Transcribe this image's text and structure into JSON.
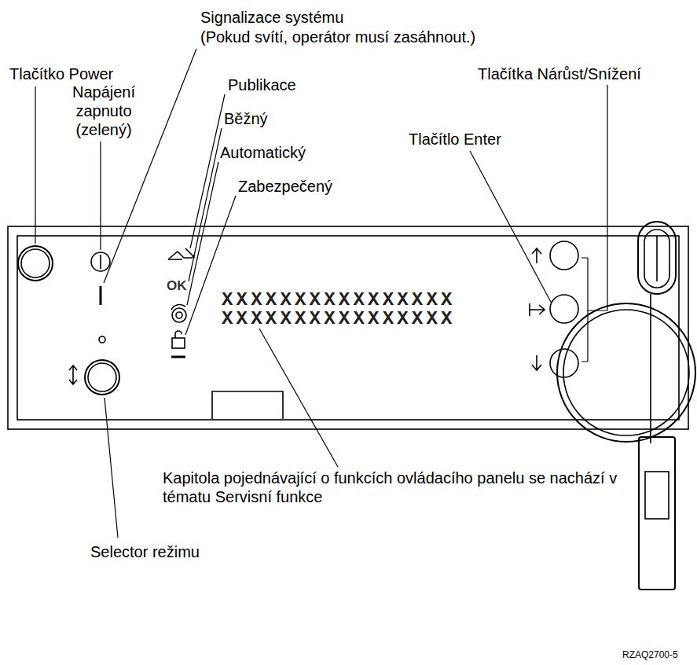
{
  "diagram": {
    "labels": [
      "Signalizace systému",
      "(Pokud svítí, operátor musí zasáhnout.)",
      "Tlačítko Power",
      "Napájení zapnuto (zelený)",
      "Publikace",
      "Běžný",
      "Automatický",
      "Zabezpečený",
      "Tlačítka Nárůst/Snížení",
      "Tlačítlo Enter",
      "OK",
      "XXXXXXXXXXXXXXXX",
      "XXXXXXXXXXXXXXXX",
      "Kapitola pojednávající o funkcích ovládacího panelu se nachází v tématu Servisní funkce",
      "Selector režimu",
      "RZAQ2700-5"
    ]
  }
}
